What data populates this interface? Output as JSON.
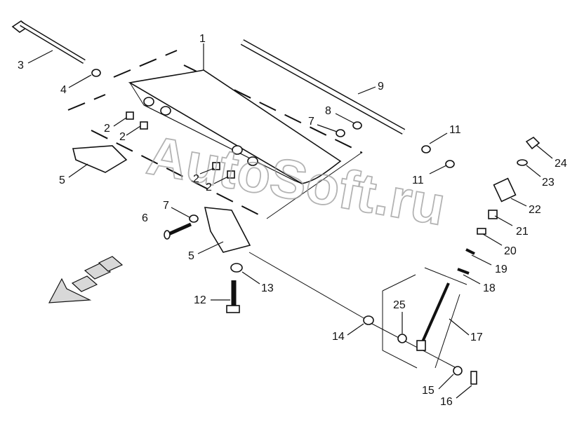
{
  "watermark": "AutoSoft.ru",
  "callouts": [
    "1",
    "2",
    "2",
    "2",
    "2",
    "3",
    "4",
    "5",
    "5",
    "6",
    "7",
    "7",
    "8",
    "9",
    "11",
    "11",
    "12",
    "13",
    "14",
    "15",
    "16",
    "17",
    "18",
    "19",
    "20",
    "21",
    "22",
    "23",
    "24",
    "25"
  ]
}
